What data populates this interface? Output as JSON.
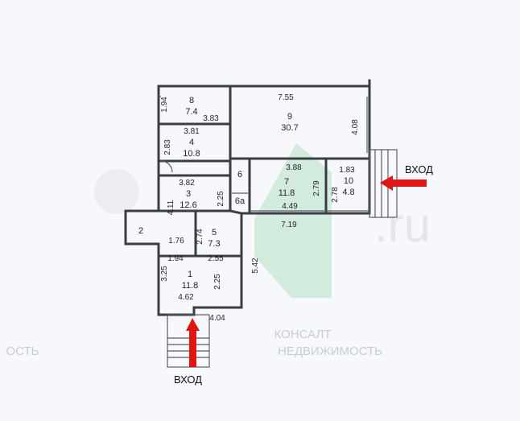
{
  "colors": {
    "wall": "#3a3d44",
    "arrow": "#e01515",
    "watermark_green": "#8fd3a6",
    "watermark_text": "#c8ccd4"
  },
  "entrances": {
    "right": "ВХОД",
    "bottom": "ВХОД"
  },
  "watermark": {
    "line1": "КОНСАЛТ",
    "line2": "НЕДВИЖИМОСТЬ",
    "left_fragment": "ОСТЬ"
  },
  "rooms": [
    {
      "id": "8",
      "area": "7.4"
    },
    {
      "id": "9",
      "area": "30.7"
    },
    {
      "id": "4",
      "area": "10.8"
    },
    {
      "id": "6",
      "area": ""
    },
    {
      "id": "7",
      "area": "11.8"
    },
    {
      "id": "10",
      "area": "4.8"
    },
    {
      "id": "3",
      "area": "12.6"
    },
    {
      "id": "6a",
      "area": ""
    },
    {
      "id": "2",
      "area": ""
    },
    {
      "id": "5",
      "area": "7.3"
    },
    {
      "id": "1",
      "area": "11.8"
    }
  ],
  "dimensions": [
    "1.94",
    "3.83",
    "7.55",
    "4.08",
    "3.81",
    "2.83",
    "3.82",
    "3.88",
    "1.83",
    "2.79",
    "2.78",
    "4.11",
    "2.25",
    "4.49",
    "7.19",
    "1.76",
    "2.74",
    "1.94",
    "2.55",
    "5.42",
    "3.25",
    "2.25",
    "4.62",
    "4.04"
  ]
}
